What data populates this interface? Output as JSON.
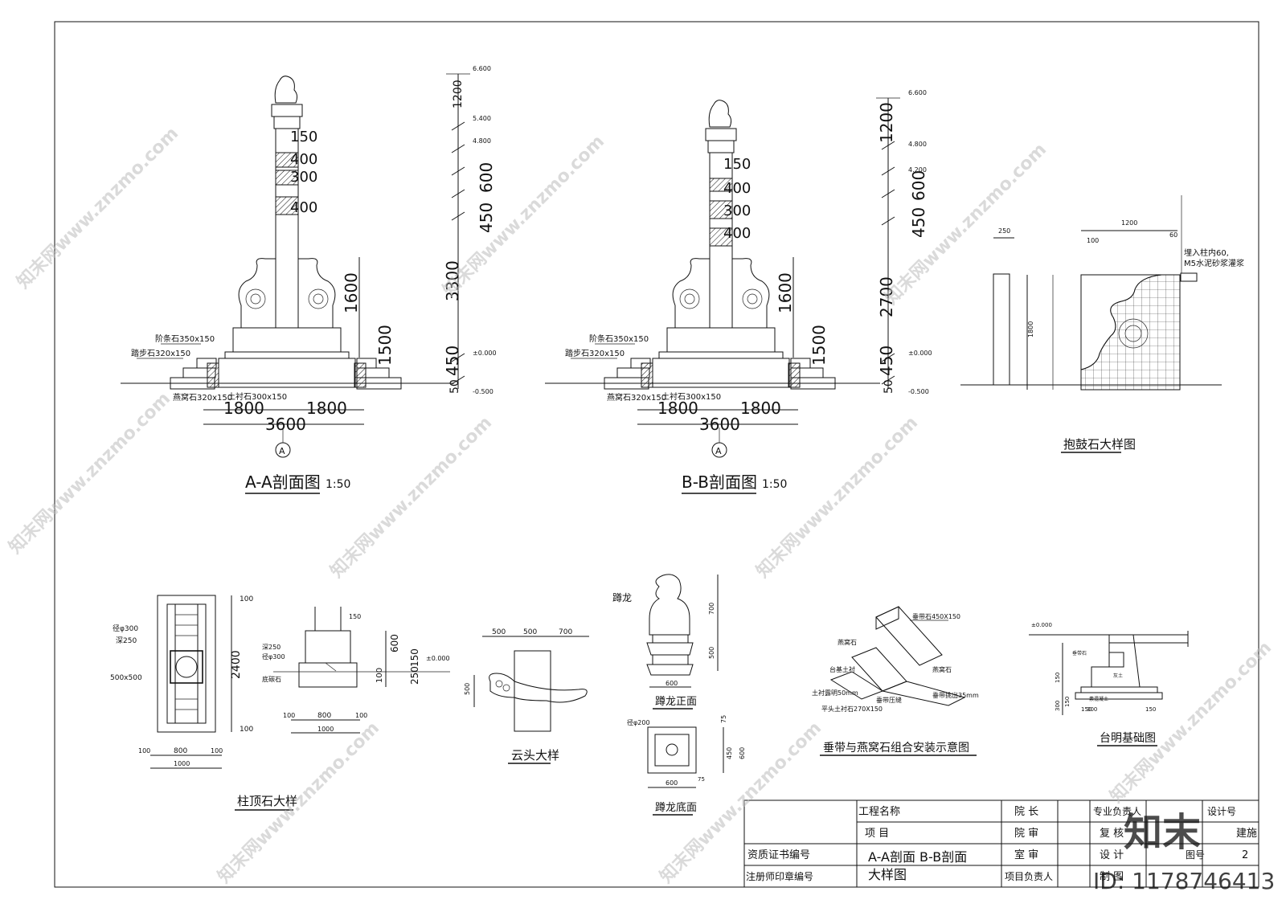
{
  "section_aa": {
    "title": "A-A剖面图",
    "scale": "1:50",
    "heights": [
      "150",
      "400",
      "300",
      "400"
    ],
    "elev_labels": [
      "6.600",
      "5.400",
      "4.800",
      "±0.000",
      "-0.500"
    ],
    "dims_right": [
      "1200",
      "600",
      "450",
      "3300",
      "450",
      "50"
    ],
    "dims_mid": [
      "1600",
      "1500"
    ],
    "stone_labels": [
      "阶条石350x150",
      "踏步石320x150",
      "燕窝石320x150",
      "土衬石300x150"
    ],
    "width_dims": [
      "1800",
      "1800",
      "3600"
    ],
    "axis": "A"
  },
  "section_bb": {
    "title": "B-B剖面图",
    "scale": "1:50",
    "heights": [
      "150",
      "400",
      "300",
      "400"
    ],
    "elev_labels": [
      "6.600",
      "4.800",
      "4.200",
      "±0.000",
      "-0.500"
    ],
    "dims_right": [
      "1200",
      "600",
      "450",
      "2700",
      "450",
      "50"
    ],
    "dims_mid": [
      "1600",
      "1500"
    ],
    "stone_labels": [
      "阶条石350x150",
      "踏步石320x150",
      "燕窝石320x150",
      "土衬石300x150"
    ],
    "width_dims": [
      "1800",
      "1800",
      "3600"
    ],
    "axis": "A"
  },
  "drum_stone": {
    "title": "抱鼓石大样图",
    "dim_250": "250",
    "dim_1200": "1200",
    "dim_60": "60",
    "dim_100": "100",
    "dim_1800": "1800",
    "note1": "埋入柱内60,",
    "note2": "M5水泥砂浆灌浆"
  },
  "cap_stone": {
    "title": "柱顶石大样",
    "labels": [
      "径φ300",
      "深250",
      "500x500"
    ],
    "dims": [
      "100",
      "2400",
      "100",
      "100",
      "800",
      "100",
      "1000"
    ]
  },
  "cap_section": {
    "labels": [
      "深250",
      "径φ300",
      "底碳石"
    ],
    "dims": [
      "150",
      "600",
      "250",
      "150",
      "100",
      "100",
      "800",
      "100",
      "1000"
    ],
    "elev": "±0.000"
  },
  "cloud_head": {
    "title": "云头大样",
    "dims": [
      "500",
      "500",
      "700",
      "500"
    ]
  },
  "dragon_front": {
    "title": "蹲龙正面",
    "label": "蹲龙",
    "dims": [
      "700",
      "500",
      "600"
    ]
  },
  "dragon_bottom": {
    "title": "蹲龙底面",
    "label": "径φ200",
    "dims": [
      "75",
      "450",
      "600",
      "600",
      "75"
    ]
  },
  "belt_combo": {
    "title": "垂带与燕窝石组合安装示意图",
    "labels": [
      "垂带石450X150",
      "燕窝石",
      "台基土衬",
      "土衬露明50mm",
      "平头土衬石270X150",
      "垂带压缝",
      "燕窝石",
      "垂带挑出35mm"
    ]
  },
  "platform_found": {
    "title": "台明基础图",
    "elev": "±0.000",
    "labels": [
      "垂带石",
      "灰土",
      "素混凝土"
    ],
    "dims": [
      "150",
      "300",
      "150",
      "300",
      "150",
      "150"
    ]
  },
  "title_block": {
    "project_name": "工程名称",
    "project": "项    目",
    "qual_cert": "资质证书编号",
    "reg_seal": "注册师印章编号",
    "drawing_name_1": "A-A剖面  B-B剖面",
    "drawing_name_2": "大样图",
    "dean": "院    长",
    "dean_review": "院    审",
    "room_review": "室    审",
    "proj_lead": "项目负责人",
    "spec_lead": "专业负责人",
    "recheck": "复    核",
    "design": "设    计",
    "draw": "制    图",
    "design_no": "设计号",
    "stage": "建施",
    "drawing_no_label": "图号",
    "drawing_no": "2"
  },
  "watermark": {
    "brand": "知末",
    "id_text": "ID: 1178746413",
    "site": "知末网www.znzmo.com"
  }
}
